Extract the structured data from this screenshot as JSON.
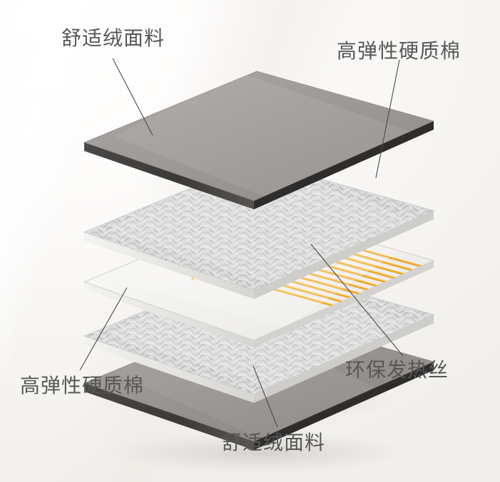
{
  "diagram": {
    "type": "exploded-layer-stack",
    "title": "",
    "layer_count": 5,
    "background_color": "#faf9f7",
    "label_color": "#575757",
    "labels": [
      {
        "id": "top-fabric",
        "text": "舒适绒面料",
        "position": "top-left",
        "points_to": "layer-1-velvet-fabric-top"
      },
      {
        "id": "top-cotton",
        "text": "高弹性硬质棉",
        "position": "top-right",
        "points_to": "layer-2-hard-cotton-upper"
      },
      {
        "id": "heating-wire",
        "text": "环保发热丝",
        "position": "bottom-right",
        "points_to": "layer-3-heating-wire"
      },
      {
        "id": "bottom-cotton",
        "text": "高弹性硬质棉",
        "position": "bottom-left",
        "points_to": "layer-4-hard-cotton-lower"
      },
      {
        "id": "bottom-fabric",
        "text": "舒适绒面料",
        "position": "bottom-center",
        "points_to": "layer-5-velvet-fabric-bottom"
      }
    ],
    "layers": [
      {
        "index": 1,
        "name": "layer-1-velvet-fabric-top",
        "material": "舒适绒面料",
        "surface": "velvet",
        "color": "#9a9693",
        "edge_color": "#3e3c3b"
      },
      {
        "index": 2,
        "name": "layer-2-hard-cotton-upper",
        "material": "高弹性硬质棉",
        "surface": "quilted",
        "color": "#cfd0cf",
        "edge_color": "#e9e8e6"
      },
      {
        "index": 3,
        "name": "layer-3-heating-wire",
        "material": "环保发热丝",
        "surface": "wire-grid",
        "color": "#f2f1ef",
        "wire_color": "#f5b63e"
      },
      {
        "index": 4,
        "name": "layer-4-hard-cotton-lower",
        "material": "高弹性硬质棉",
        "surface": "quilted",
        "color": "#cfd0cf",
        "edge_color": "#e9e8e6"
      },
      {
        "index": 5,
        "name": "layer-5-velvet-fabric-bottom",
        "material": "舒适绒面料",
        "surface": "velvet",
        "color": "#9a9693",
        "edge_color": "#3e3c3b"
      }
    ],
    "heating_wire": {
      "color": "#f5b63e",
      "pattern": "serpentine",
      "pass_count": 11
    }
  }
}
